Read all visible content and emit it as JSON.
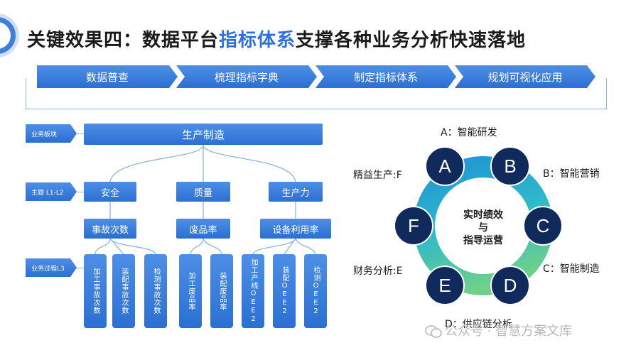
{
  "title": {
    "prefix": "关键效果四：数据平台",
    "highlight": "指标体系",
    "suffix": "支撑各种业务分析快速落地"
  },
  "steps": [
    "数据普查",
    "梳理指标字典",
    "制定指标体系",
    "规划可视化应用"
  ],
  "levels": {
    "module": "业务板块",
    "theme": "主题 L1-L2",
    "process": "业务过程L3"
  },
  "module": "生产制造",
  "themes": [
    "安全",
    "质量",
    "生产力"
  ],
  "metrics": [
    "事故次数",
    "废品率",
    "设备利用率"
  ],
  "processes": [
    "加工事故次数",
    "装配事故次数",
    "检测事故次数",
    "加工废品率",
    "装配废品率",
    "加工产线OEE2",
    "装配OEE2",
    "检测OEE2"
  ],
  "ring": {
    "nodes": [
      "A",
      "B",
      "C",
      "D",
      "E",
      "F"
    ],
    "center_line1": "实时绩效",
    "center_line2": "与",
    "center_line3": "指导运营",
    "label_a": "A：智能研发",
    "label_b": "B：智能营销",
    "label_c": "C：智能制造",
    "label_d": "D：供应链分析",
    "label_e": "财务分析:E",
    "label_f": "精益生产:F",
    "node_color": "#102a5c",
    "ring_colors": [
      "#1d8fd6",
      "#2fb9c9",
      "#6fd08a"
    ]
  },
  "watermark": "公众号 · 智慧方案文库"
}
